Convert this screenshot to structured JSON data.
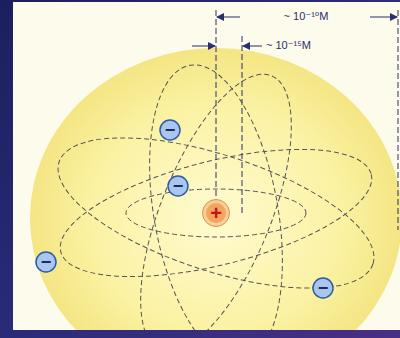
{
  "diagram": {
    "nodes": [
      {
        "text": [
          "+"
        ]
      },
      {
        "text": [
          "−"
        ]
      },
      {
        "text": [
          "−"
        ]
      },
      {
        "text": [
          "−"
        ]
      },
      {
        "text": [
          "−"
        ]
      }
    ],
    "labels": [
      "~ 10⁻¹⁰M",
      "~ 10⁻¹⁵M"
    ]
  }
}
